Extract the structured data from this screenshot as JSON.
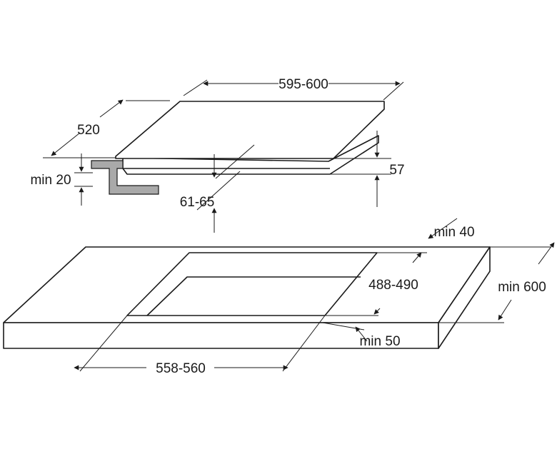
{
  "colors": {
    "line": "#1a1a1a",
    "bracket": "#a9a9a9",
    "background": "#ffffff"
  },
  "labels": {
    "width": "595-600",
    "depth": "520",
    "height": "57",
    "edge_min": "min 20",
    "cutout_depth_gap": "61-65",
    "rear_min": "min 40",
    "cutout_depth": "488-490",
    "cabinet_depth": "min 600",
    "front_min": "min 50",
    "cutout_width": "558-560"
  }
}
